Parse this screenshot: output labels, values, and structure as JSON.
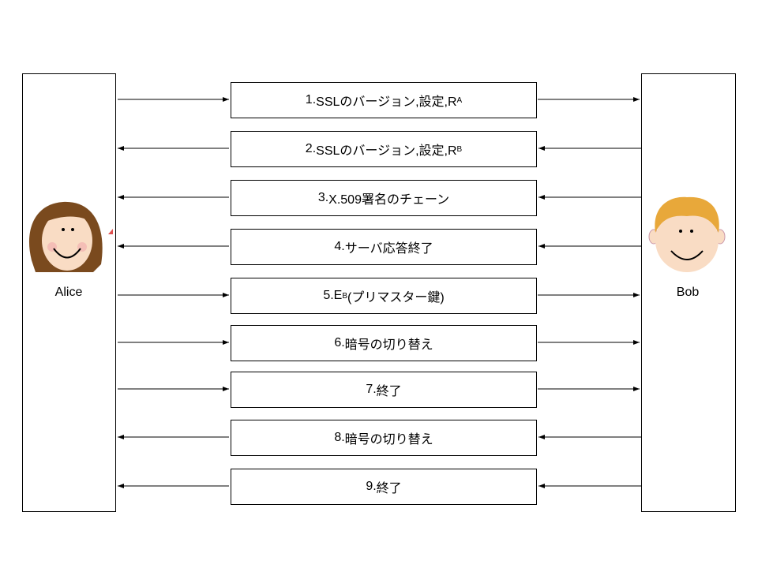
{
  "participants": {
    "left": "Alice",
    "right": "Bob"
  },
  "messages": [
    {
      "num": "1.",
      "text": "SSLのバージョン,設定,R",
      "sub": "A",
      "suffix": "",
      "direction": "right"
    },
    {
      "num": "2.",
      "text": "SSLのバージョン,設定,R",
      "sub": "B",
      "suffix": "",
      "direction": "left"
    },
    {
      "num": "3.",
      "text": "X.509署名のチェーン",
      "sub": "",
      "suffix": "",
      "direction": "left"
    },
    {
      "num": "4.",
      "text": "サーバ応答終了",
      "sub": "",
      "suffix": "",
      "direction": "left"
    },
    {
      "num": "5.",
      "text": "E",
      "sub": "B",
      "suffix": "(プリマスター鍵)",
      "direction": "right"
    },
    {
      "num": "6.",
      "text": "暗号の切り替え",
      "sub": "",
      "suffix": "",
      "direction": "right"
    },
    {
      "num": "7.",
      "text": "終了",
      "sub": "",
      "suffix": "",
      "direction": "right"
    },
    {
      "num": "8.",
      "text": "暗号の切り替え",
      "sub": "",
      "suffix": "",
      "direction": "left"
    },
    {
      "num": "9.",
      "text": "終了",
      "sub": "",
      "suffix": "",
      "direction": "left"
    }
  ],
  "colors": {
    "line": "#000000",
    "alice_hair": "#7a4a1e",
    "bob_hair": "#e8a83a",
    "skin": "#f9dcc4"
  }
}
